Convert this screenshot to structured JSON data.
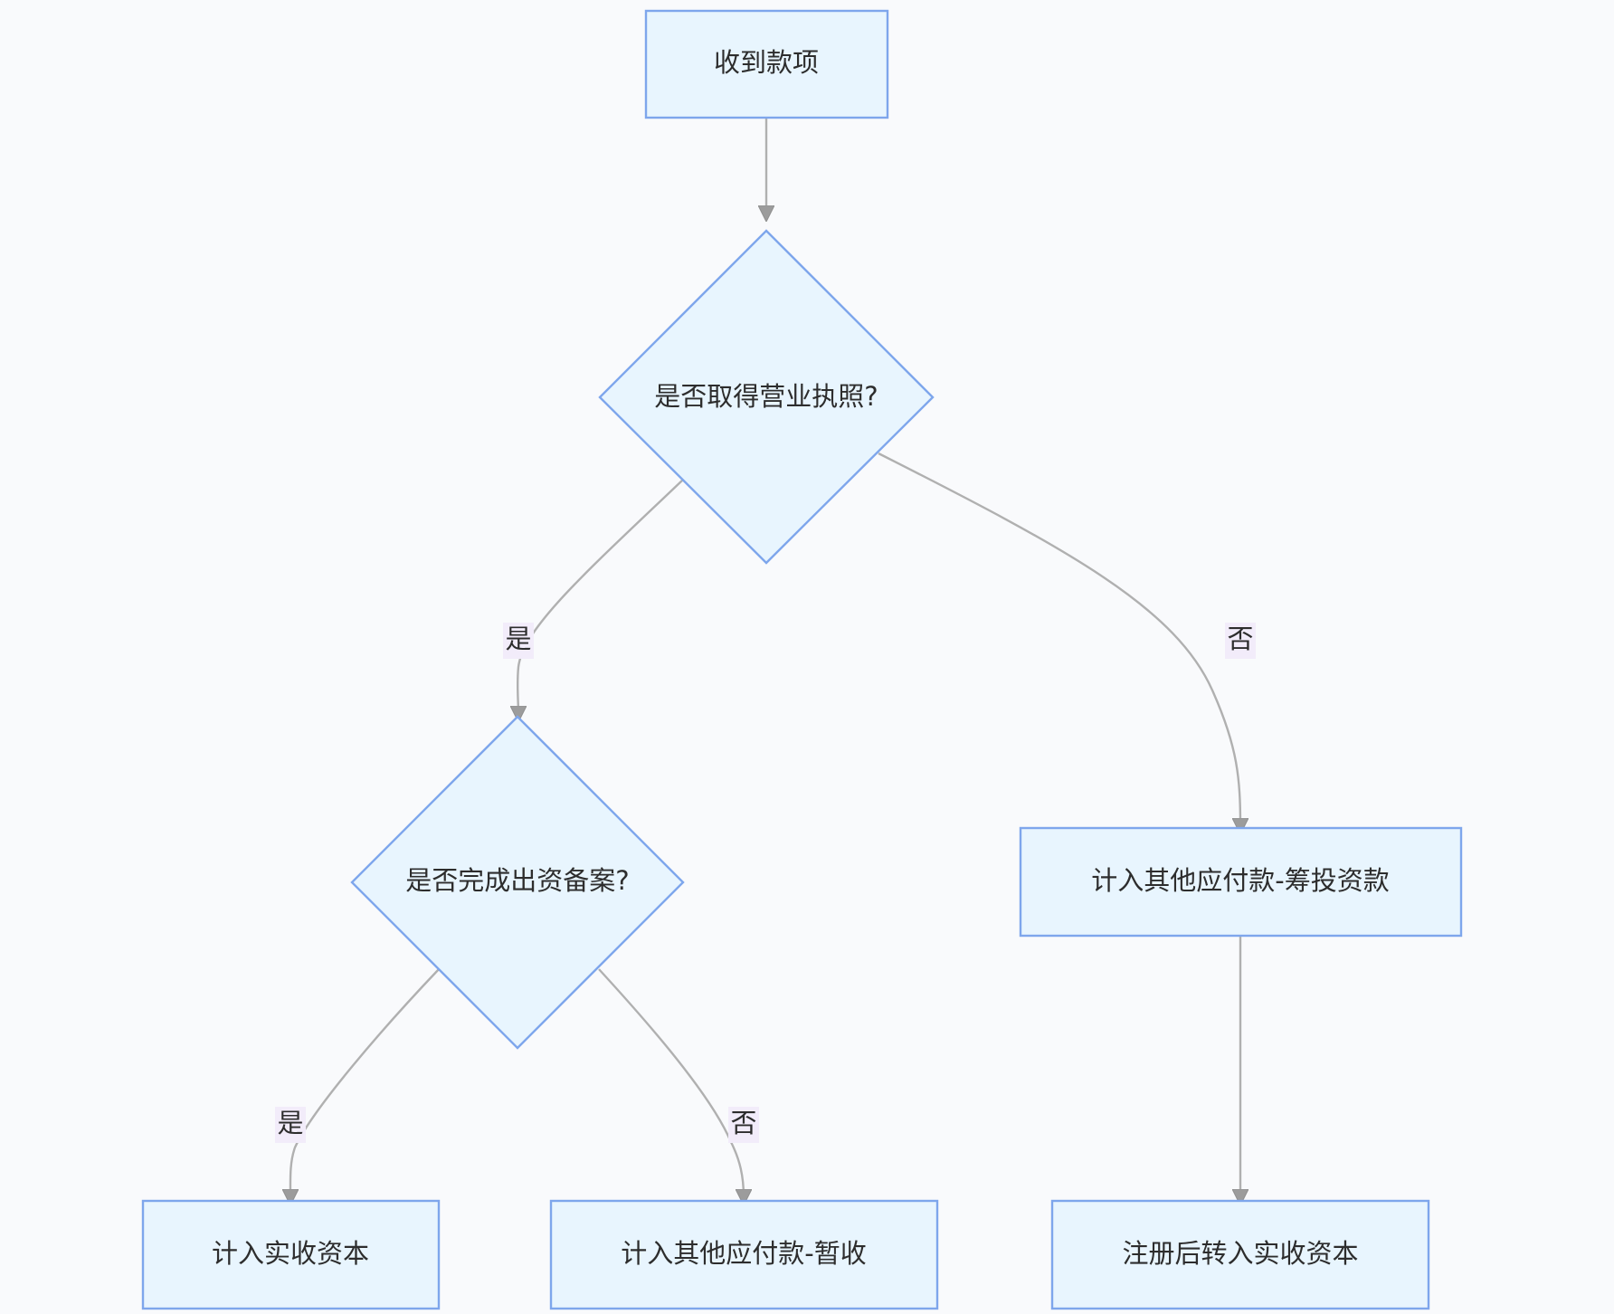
{
  "diagram": {
    "nodes": {
      "receive": {
        "label": "收到款项"
      },
      "license_decision": {
        "label": "是否取得营业执照?"
      },
      "filing_decision": {
        "label": "是否完成出资备案?"
      },
      "other_payable_raise": {
        "label": "计入其他应付款-筹投资款"
      },
      "paid_in_capital": {
        "label": "计入实收资本"
      },
      "other_payable_temp": {
        "label": "计入其他应付款-暂收"
      },
      "transfer_after_registration": {
        "label": "注册后转入实收资本"
      }
    },
    "edges": {
      "license_yes": {
        "label": "是"
      },
      "license_no": {
        "label": "否"
      },
      "filing_yes": {
        "label": "是"
      },
      "filing_no": {
        "label": "否"
      }
    }
  }
}
